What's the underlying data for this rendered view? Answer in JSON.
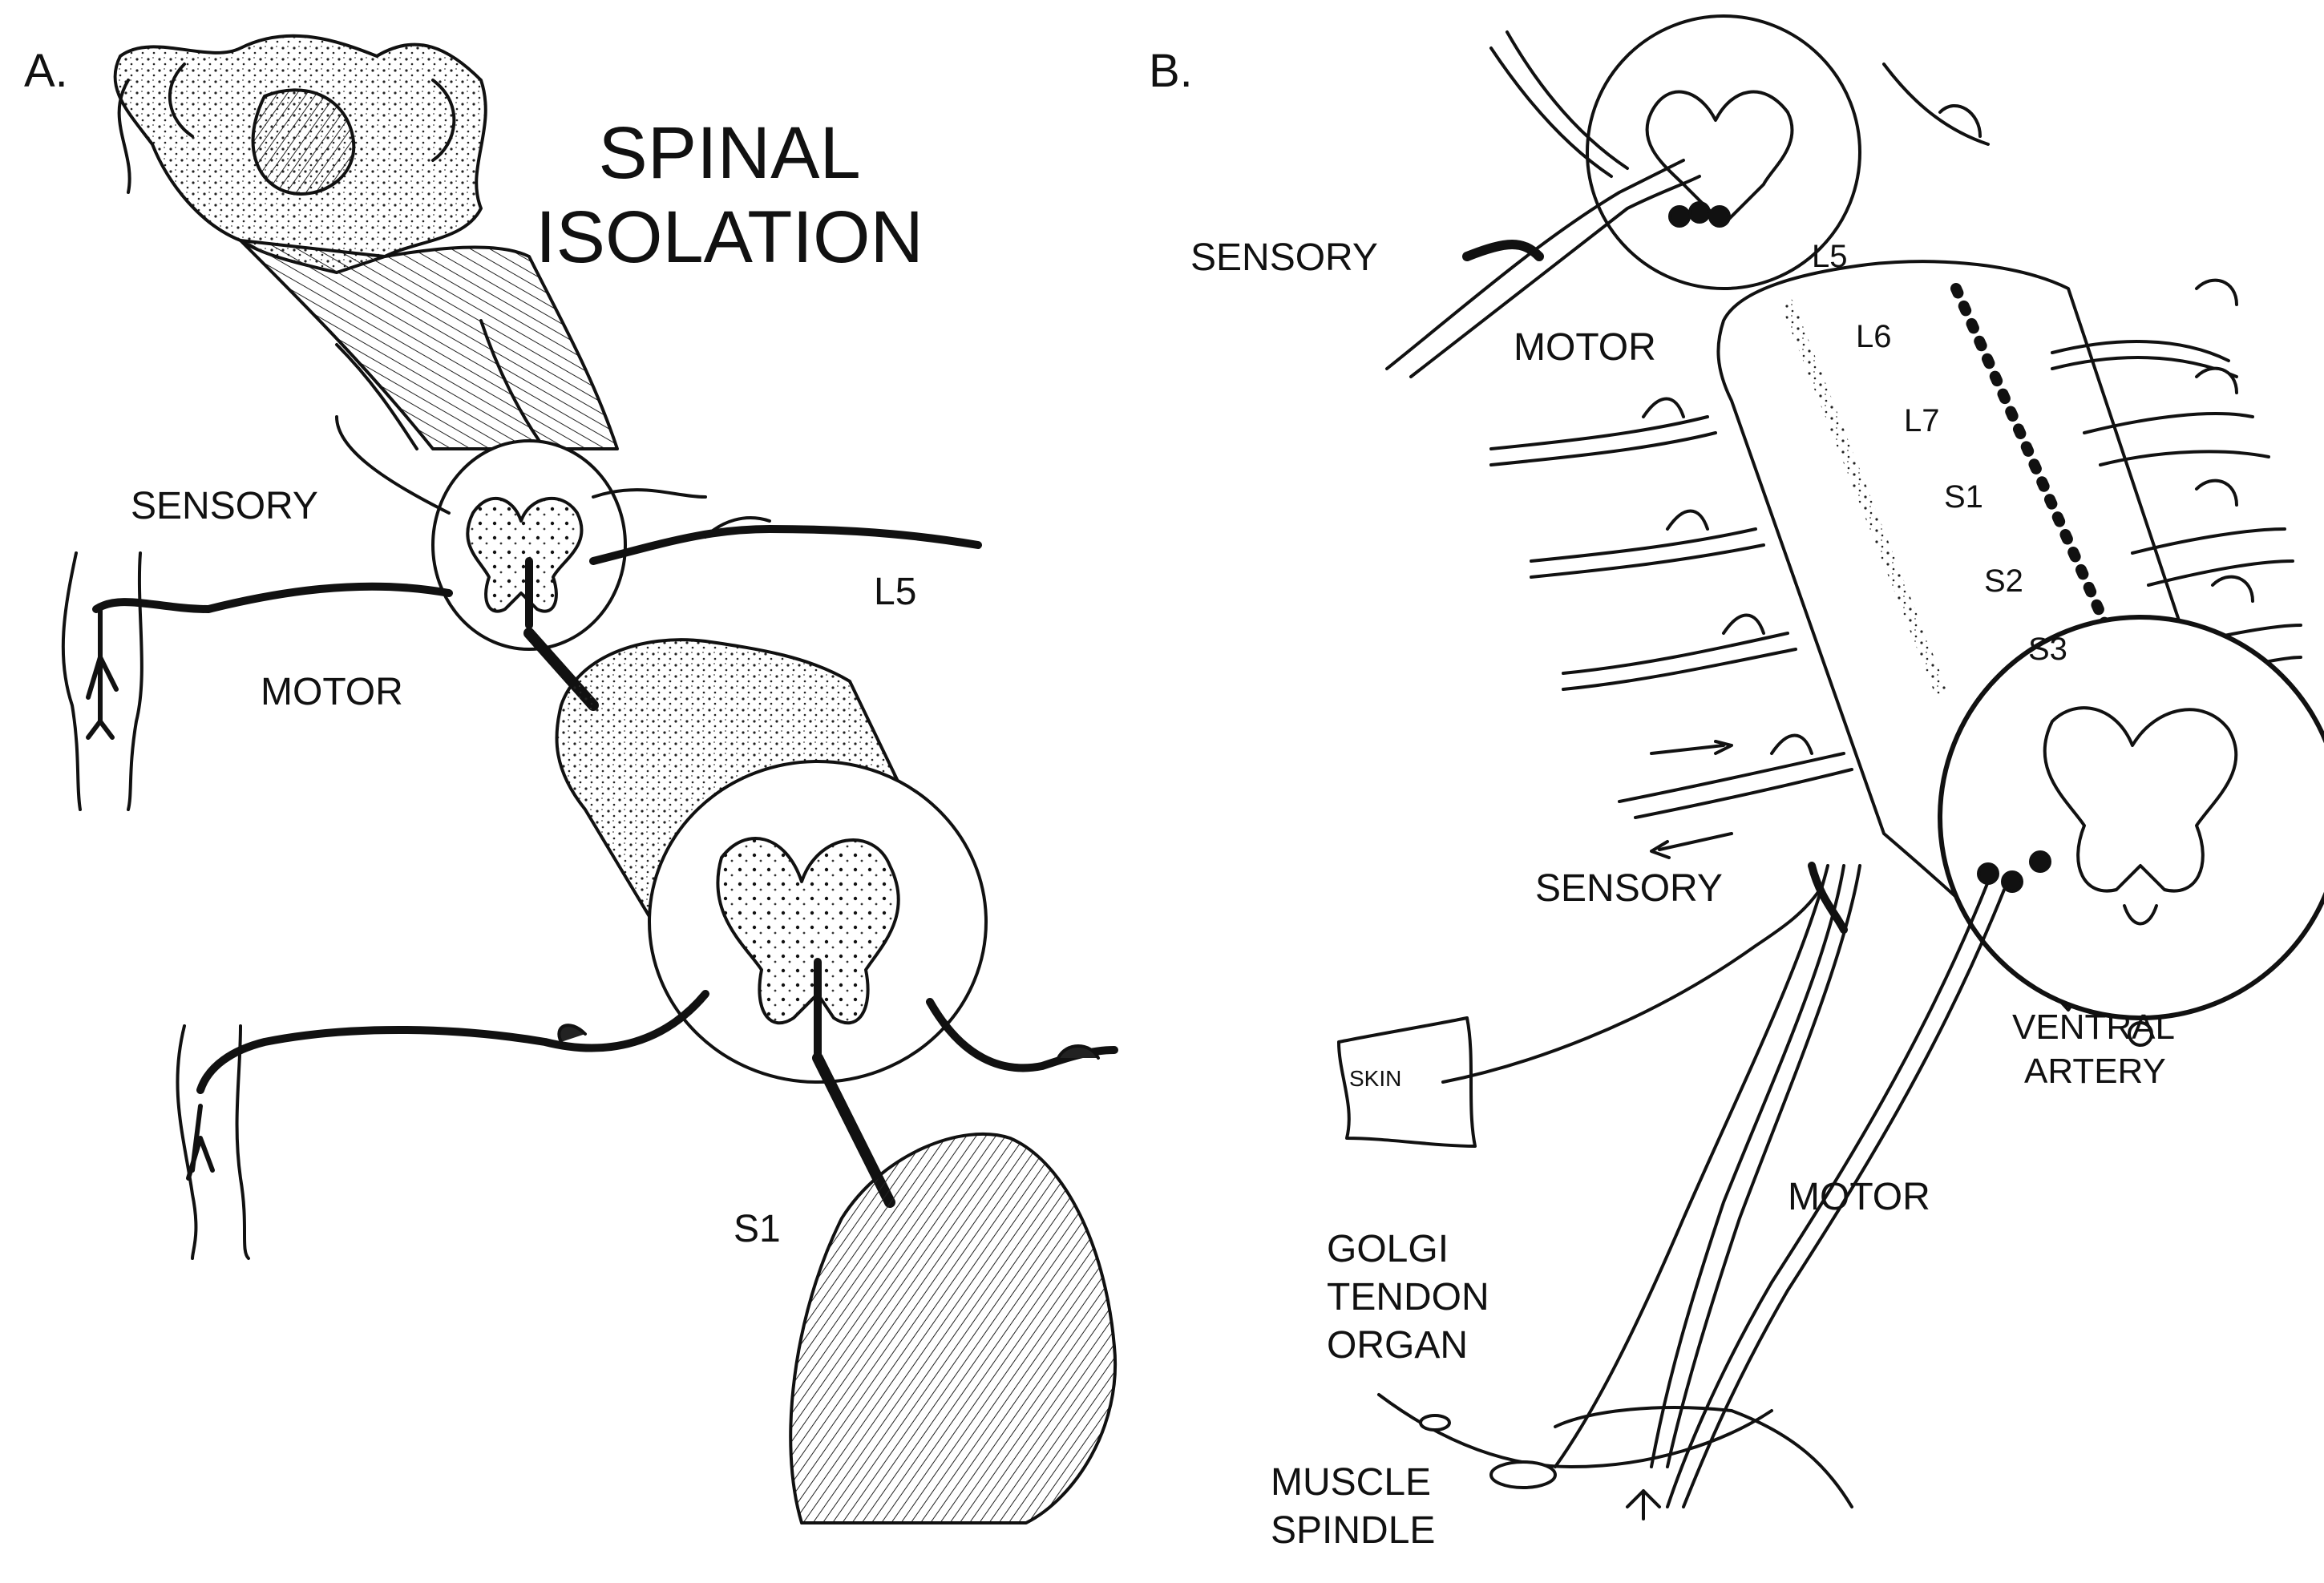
{
  "panel_a": {
    "letter": "A.",
    "title_line1": "SPINAL",
    "title_line2": "ISOLATION",
    "sensory": "SENSORY",
    "motor": "MOTOR",
    "level_top": "L5",
    "level_bottom": "S1"
  },
  "panel_b": {
    "letter": "B.",
    "sensory_top": "SENSORY",
    "motor_top": "MOTOR",
    "segments": [
      "L5",
      "L6",
      "L7",
      "S1",
      "S2",
      "S3"
    ],
    "sensory_bottom": "SENSORY",
    "skin": "SKIN",
    "ventral_artery_line1": "VENTRAL",
    "ventral_artery_line2": "ARTERY",
    "motor_bottom": "MOTOR",
    "golgi_line1": "GOLGI",
    "golgi_line2": "TENDON",
    "golgi_line3": "ORGAN",
    "spindle_line1": "MUSCLE",
    "spindle_line2": "SPINDLE"
  }
}
